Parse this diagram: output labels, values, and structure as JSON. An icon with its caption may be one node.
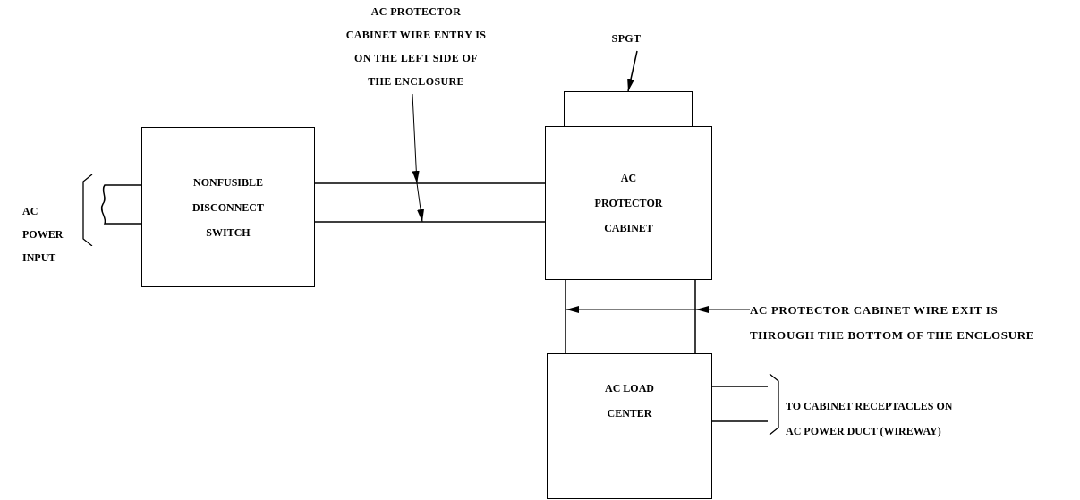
{
  "diagram": {
    "nodes": [
      {
        "text": [
          "AC POWER INPUT"
        ]
      },
      {
        "text": [
          "NONFUSIBLE DISCONNECT SWITCH"
        ]
      },
      {
        "text": [
          "SPGT"
        ]
      },
      {
        "text": [],
        "shape": "box"
      },
      {
        "text": [
          "AC PROTECTOR CABINET"
        ]
      },
      {
        "text": [
          "AC LOAD CENTER"
        ]
      },
      {
        "text": [
          "AC PROTECTOR CABINET WIRE ENTRY IS ON THE LEFT SIDE OF THE ENCLOSURE"
        ]
      },
      {
        "text": [
          "AC PROTECTOR CABINET WIRE EXIT IS THROUGH THE BOTTOM OF THE ENCLOSURE"
        ]
      },
      {
        "text": [
          "TO CABINET RECEPTACLES ON AC POWER DUCT (WIREWAY)"
        ]
      }
    ],
    "edges": [
      {
        "from": 0,
        "to": 1,
        "arrow": "none"
      },
      {
        "from": 1,
        "to": 4,
        "arrow": "none"
      },
      {
        "from": 4,
        "to": 5,
        "arrow": "none"
      },
      {
        "from": 5,
        "to": 8,
        "arrow": "none"
      },
      {
        "from": 2,
        "to": 3,
        "arrow": "to"
      },
      {
        "from": 6,
        "to": null,
        "arrow": "to"
      },
      {
        "from": 7,
        "to": null,
        "arrow": "to"
      }
    ]
  }
}
